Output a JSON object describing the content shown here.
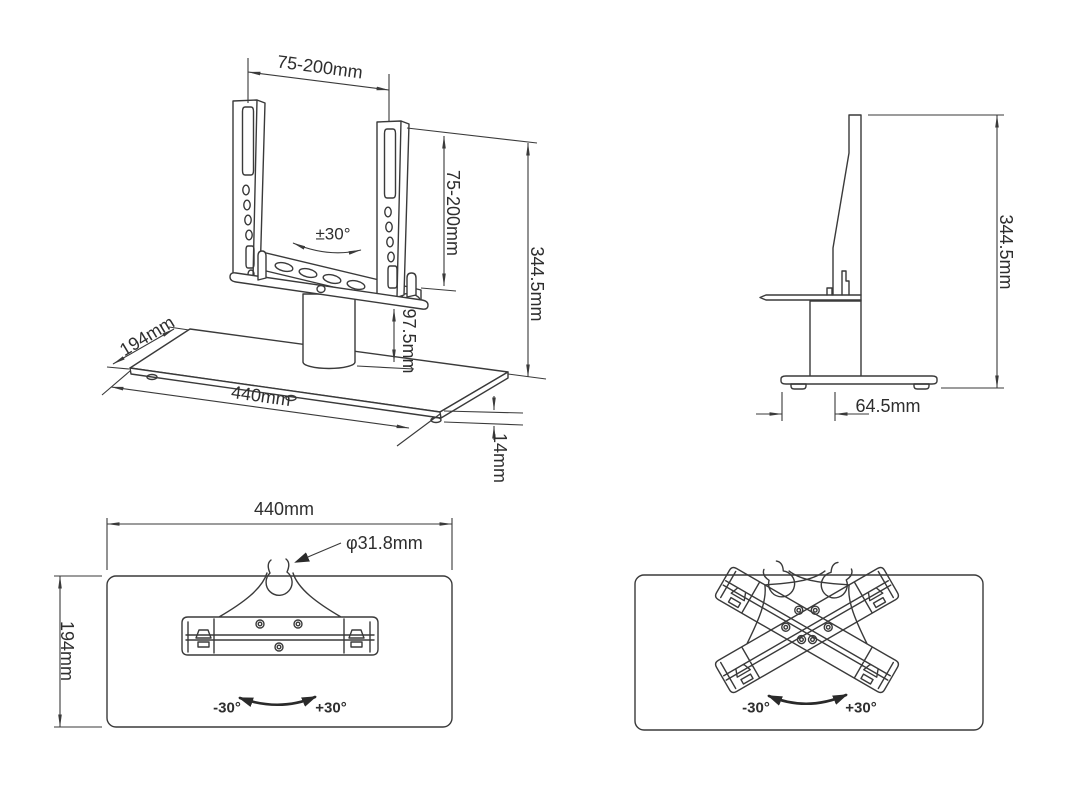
{
  "background": "#ffffff",
  "line_color": "#3a3a3a",
  "text_color": "#2e2e2e",
  "views": {
    "front": {
      "title": "front perspective view of TV stand",
      "labels": {
        "top_width": "75-200mm",
        "swivel": "±30°",
        "bracket_height": "75-200mm",
        "total_height": "344.5mm",
        "column_height": "97.5mm",
        "base_depth": "194mm",
        "base_width": "440mm",
        "base_thickness": "14mm"
      }
    },
    "side": {
      "title": "side view",
      "labels": {
        "total_height": "344.5mm",
        "base_offset": "64.5mm"
      }
    },
    "top": {
      "title": "top view of base plate",
      "labels": {
        "base_width": "440mm",
        "pole_diameter": "φ31.8mm",
        "base_depth": "194mm",
        "swivel_minus": "-30°",
        "swivel_plus": "+30°"
      }
    },
    "top_rotated": {
      "title": "top view showing swivel range",
      "labels": {
        "swivel_minus": "-30°",
        "swivel_plus": "+30°"
      }
    }
  }
}
